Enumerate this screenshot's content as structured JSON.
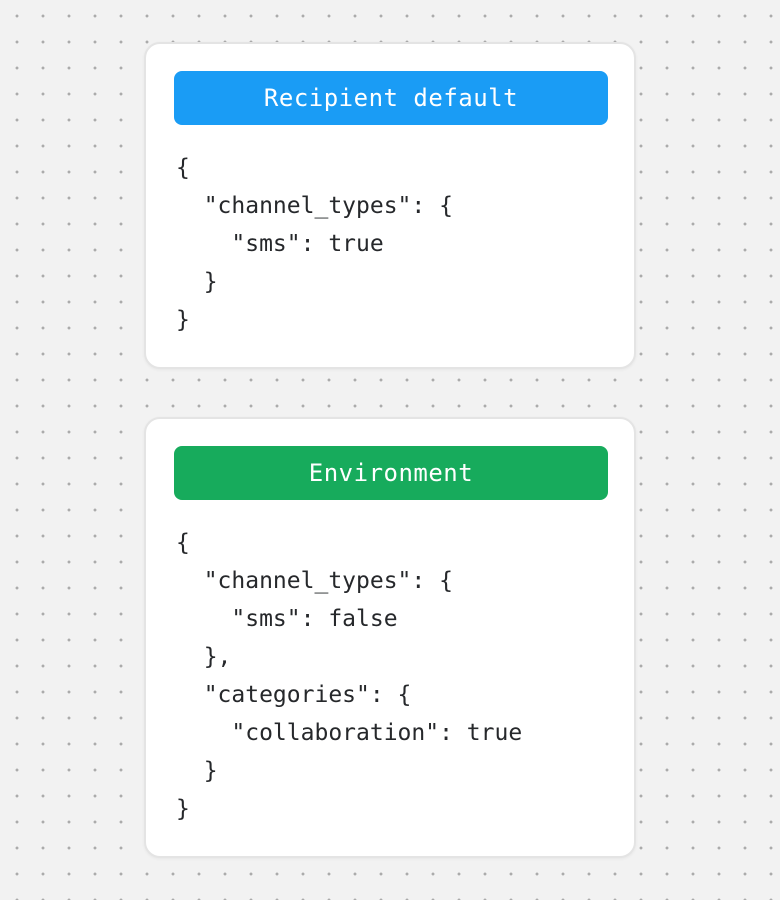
{
  "page": {
    "background_color": "#f2f2f2",
    "dot_color": "#ababab",
    "card_border_color": "#e4e4e4",
    "code_text_color": "#26282b"
  },
  "cards": [
    {
      "title": "Recipient default",
      "badge_color": "#1a9cf5",
      "badge_text_color": "#ffffff",
      "code_lines": [
        "{",
        "  \"channel_types\": {",
        "    \"sms\": true",
        "  }",
        "}"
      ]
    },
    {
      "title": "Environment",
      "badge_color": "#17ab5c",
      "badge_text_color": "#ffffff",
      "code_lines": [
        "{",
        "  \"channel_types\": {",
        "    \"sms\": false",
        "  },",
        "  \"categories\": {",
        "    \"collaboration\": true",
        "  }",
        "}"
      ]
    }
  ]
}
